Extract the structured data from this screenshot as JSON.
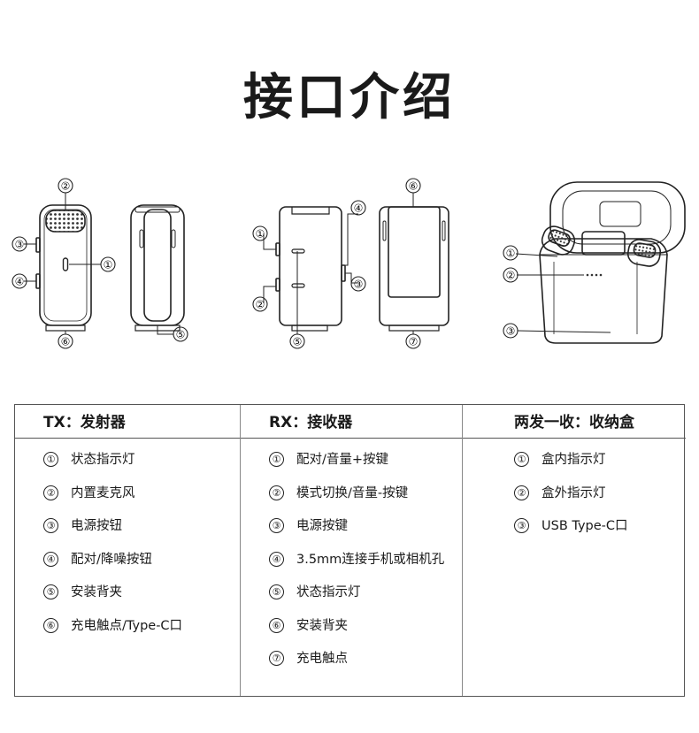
{
  "title": "接口介绍",
  "callouts": [
    "①",
    "②",
    "③",
    "④",
    "⑤",
    "⑥",
    "⑦"
  ],
  "table": {
    "columns": [
      {
        "heading": "TX：发射器",
        "items": [
          {
            "num": "①",
            "text": "状态指示灯"
          },
          {
            "num": "②",
            "text": "内置麦克风"
          },
          {
            "num": "③",
            "text": "电源按钮"
          },
          {
            "num": "④",
            "text": "配对/降噪按钮"
          },
          {
            "num": "⑤",
            "text": "安装背夹"
          },
          {
            "num": "⑥",
            "text": "充电触点/Type-C口"
          }
        ]
      },
      {
        "heading": "RX：接收器",
        "items": [
          {
            "num": "①",
            "text": "配对/音量+按键"
          },
          {
            "num": "②",
            "text": "模式切换/音量-按键"
          },
          {
            "num": "③",
            "text": "电源按键"
          },
          {
            "num": "④",
            "text": "3.5mm连接手机或相机孔"
          },
          {
            "num": "⑤",
            "text": "状态指示灯"
          },
          {
            "num": "⑥",
            "text": "安装背夹"
          },
          {
            "num": "⑦",
            "text": "充电触点"
          }
        ]
      },
      {
        "heading": "两发一收：收纳盒",
        "items": [
          {
            "num": "①",
            "text": "盒内指示灯"
          },
          {
            "num": "②",
            "text": "盒外指示灯"
          },
          {
            "num": "③",
            "text": "USB Type-C口"
          }
        ]
      }
    ]
  }
}
